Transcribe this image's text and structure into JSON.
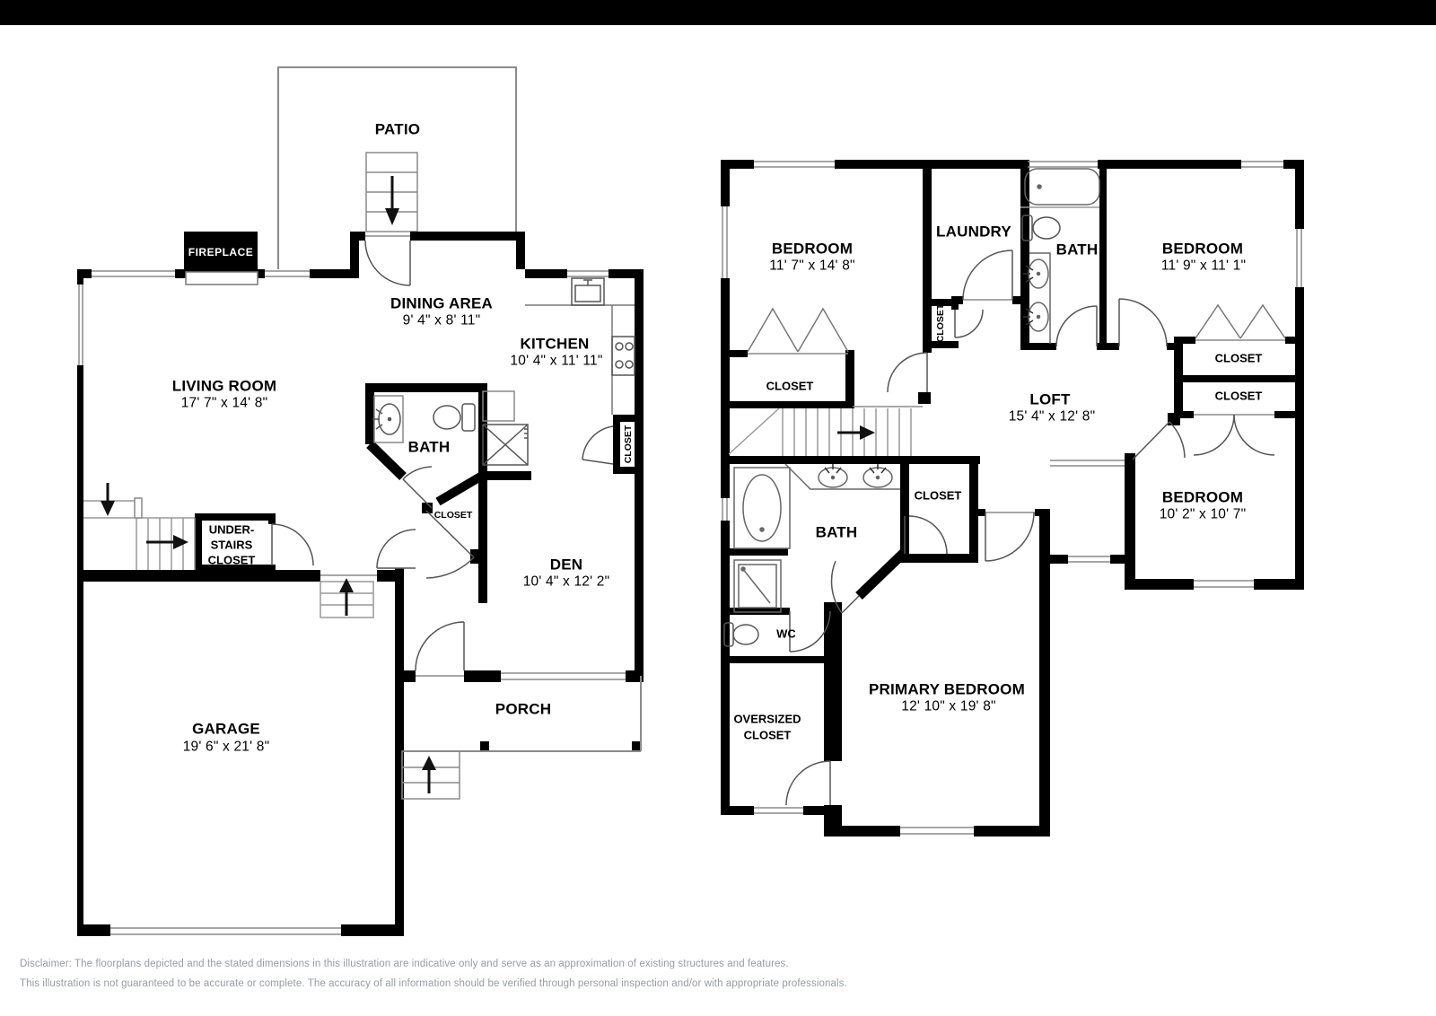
{
  "floor1": {
    "patio": {
      "label": "PATIO"
    },
    "fireplace": {
      "label": "FIREPLACE"
    },
    "dining": {
      "label": "DINING AREA",
      "dims": "9' 4\" x 8' 11\""
    },
    "kitchen": {
      "label": "KITCHEN",
      "dims": "10' 4\" x 11' 11\""
    },
    "living": {
      "label": "LIVING ROOM",
      "dims": "17' 7\" x 14' 8\""
    },
    "bath": {
      "label": "BATH"
    },
    "closet_hall": {
      "label": "CLOSET"
    },
    "closet_side": {
      "label": "CLOSET"
    },
    "understairs": {
      "line1": "UNDER-",
      "line2": "STAIRS",
      "line3": "CLOSET"
    },
    "den": {
      "label": "DEN",
      "dims": "10' 4\" x 12' 2\""
    },
    "garage": {
      "label": "GARAGE",
      "dims": "19' 6\" x 21' 8\""
    },
    "porch": {
      "label": "PORCH"
    }
  },
  "floor2": {
    "bedroom1": {
      "label": "BEDROOM",
      "dims": "11' 7\" x 14' 8\""
    },
    "laundry": {
      "label": "LAUNDRY"
    },
    "bath_top": {
      "label": "BATH"
    },
    "bedroom2": {
      "label": "BEDROOM",
      "dims": "11' 9\" x 11' 1\""
    },
    "closet_small": {
      "label": "CLOSET"
    },
    "closet_bed1": {
      "label": "CLOSET"
    },
    "loft": {
      "label": "LOFT",
      "dims": "15' 4\" x 12' 8\""
    },
    "closet_a": {
      "label": "CLOSET"
    },
    "closet_b": {
      "label": "CLOSET"
    },
    "bath_main": {
      "label": "BATH"
    },
    "closet_hall": {
      "label": "CLOSET"
    },
    "bedroom3": {
      "label": "BEDROOM",
      "dims": "10' 2\" x 10' 7\""
    },
    "wc": {
      "label": "WC"
    },
    "primary": {
      "label": "PRIMARY BEDROOM",
      "dims": "12' 10\" x 19' 8\""
    },
    "oversized": {
      "line1": "OVERSIZED",
      "line2": "CLOSET"
    }
  },
  "disclaimer": {
    "line1": "Disclaimer: The floorplans depicted and the stated dimensions in this illustration are indicative only and serve as an approximation of existing structures and features.",
    "line2": "This illustration is not guaranteed to be accurate or complete. The accuracy of all information should be verified through personal inspection and/or with appropriate professionals."
  },
  "colors": {
    "wall": "#000000",
    "thin": "#888888",
    "disclaimer": "#969ca6"
  }
}
